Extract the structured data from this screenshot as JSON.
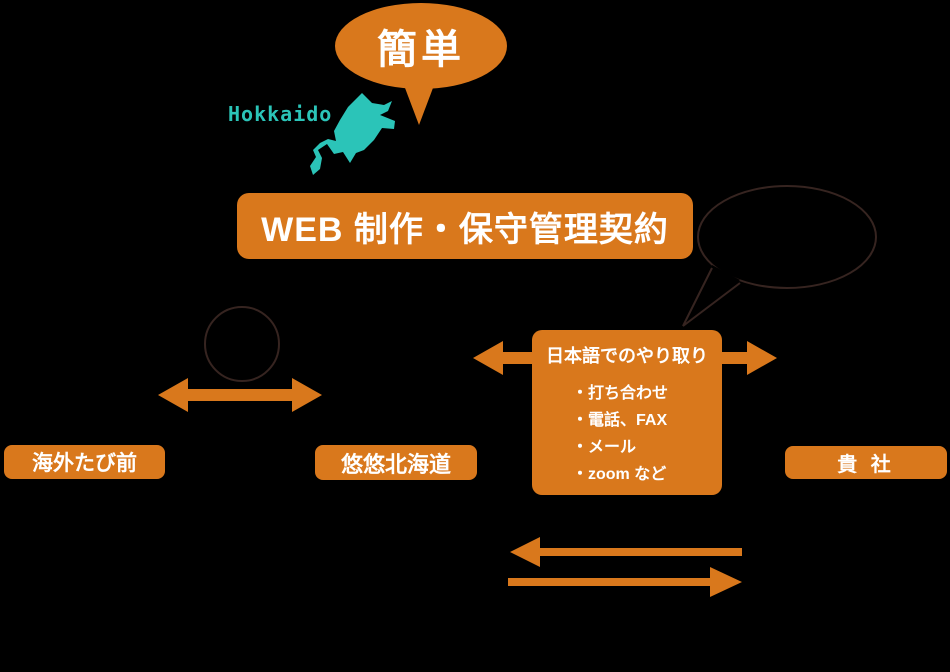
{
  "palette": {
    "background": "#000000",
    "orange": "#d9781c",
    "white": "#ffffff",
    "teal": "#2bc4b8",
    "outline_dark": "#362420"
  },
  "top_bubble": {
    "label": "簡単"
  },
  "hokkaido": {
    "label": "Hokkaido"
  },
  "banner": {
    "label": "WEB 制作・保守管理契約"
  },
  "communication_box": {
    "title": "日本語でのやり取り",
    "items": [
      "・打ち合わせ",
      "・電話、FAX",
      "・メール",
      "・zoom など"
    ]
  },
  "entities": {
    "left": "海外たび前",
    "middle": "悠悠北海道",
    "right": "貴 社"
  }
}
